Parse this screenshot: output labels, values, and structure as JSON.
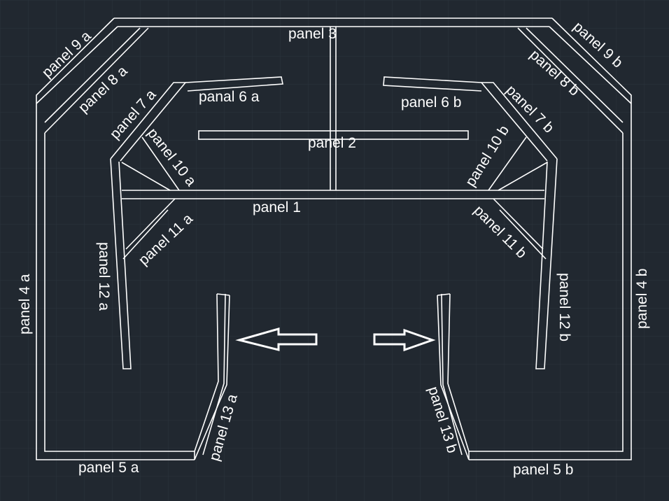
{
  "colors": {
    "background": "#212830",
    "line": "#ffffff",
    "text": "#ffffff",
    "grid": "#2a333d"
  },
  "labels": {
    "panel_1": "panel 1",
    "panel_2": "panel 2",
    "panel_3": "panel 3",
    "panel_4a": "panel 4 a",
    "panel_4b": "panel 4 b",
    "panel_5a": "panel 5 a",
    "panel_5b": "panel 5 b",
    "panel_6a": "panal 6 a",
    "panel_6b": "panel 6 b",
    "panel_7a": "panel 7 a",
    "panel_7b": "panel 7 b",
    "panel_8a": "panel 8 a",
    "panel_8b": "panel 8 b",
    "panel_9a": "panel 9 a",
    "panel_9b": "panel 9 b",
    "panel_10a": "panel 10 a",
    "panel_10b": "panel 10 b",
    "panel_11a": "panel 11 a",
    "panel_11b": "panel 11 b",
    "panel_12a": "panel 12 a",
    "panel_12b": "panel 12 b",
    "panel_13a": "panel 13 a",
    "panel_13b": "panel 13 b"
  },
  "arrows": [
    {
      "name": "left-arrow",
      "direction": "left"
    },
    {
      "name": "right-arrow",
      "direction": "right"
    }
  ]
}
